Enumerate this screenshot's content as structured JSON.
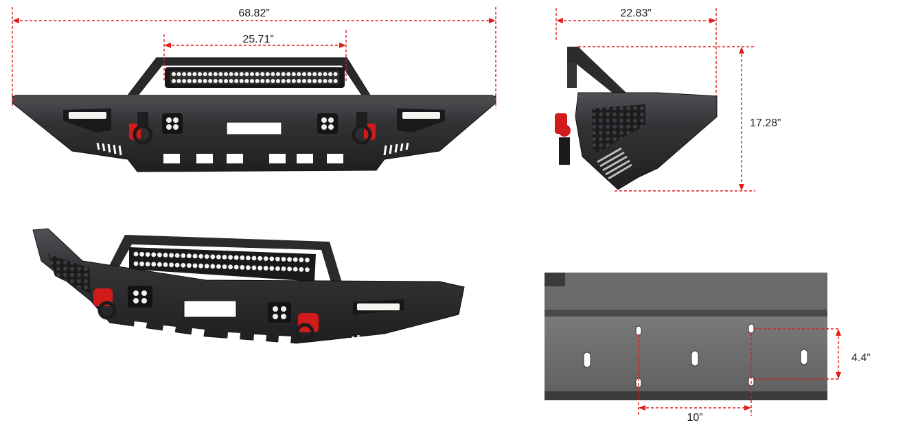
{
  "dimensions": {
    "overall_width": "68.82”",
    "light_bar_width": "25.71”",
    "depth": "22.83”",
    "height": "17.28”",
    "mount_hole_vertical": "4.4”",
    "mount_hole_horizontal": "10”"
  },
  "colors": {
    "dimension": "#e01b1b",
    "bumper_body": "#2b2b2d",
    "bumper_edge": "#4a4a4d",
    "shackle": "#d11a1a",
    "led": "#f4f4f0",
    "bracket": "#6a6a6a"
  }
}
